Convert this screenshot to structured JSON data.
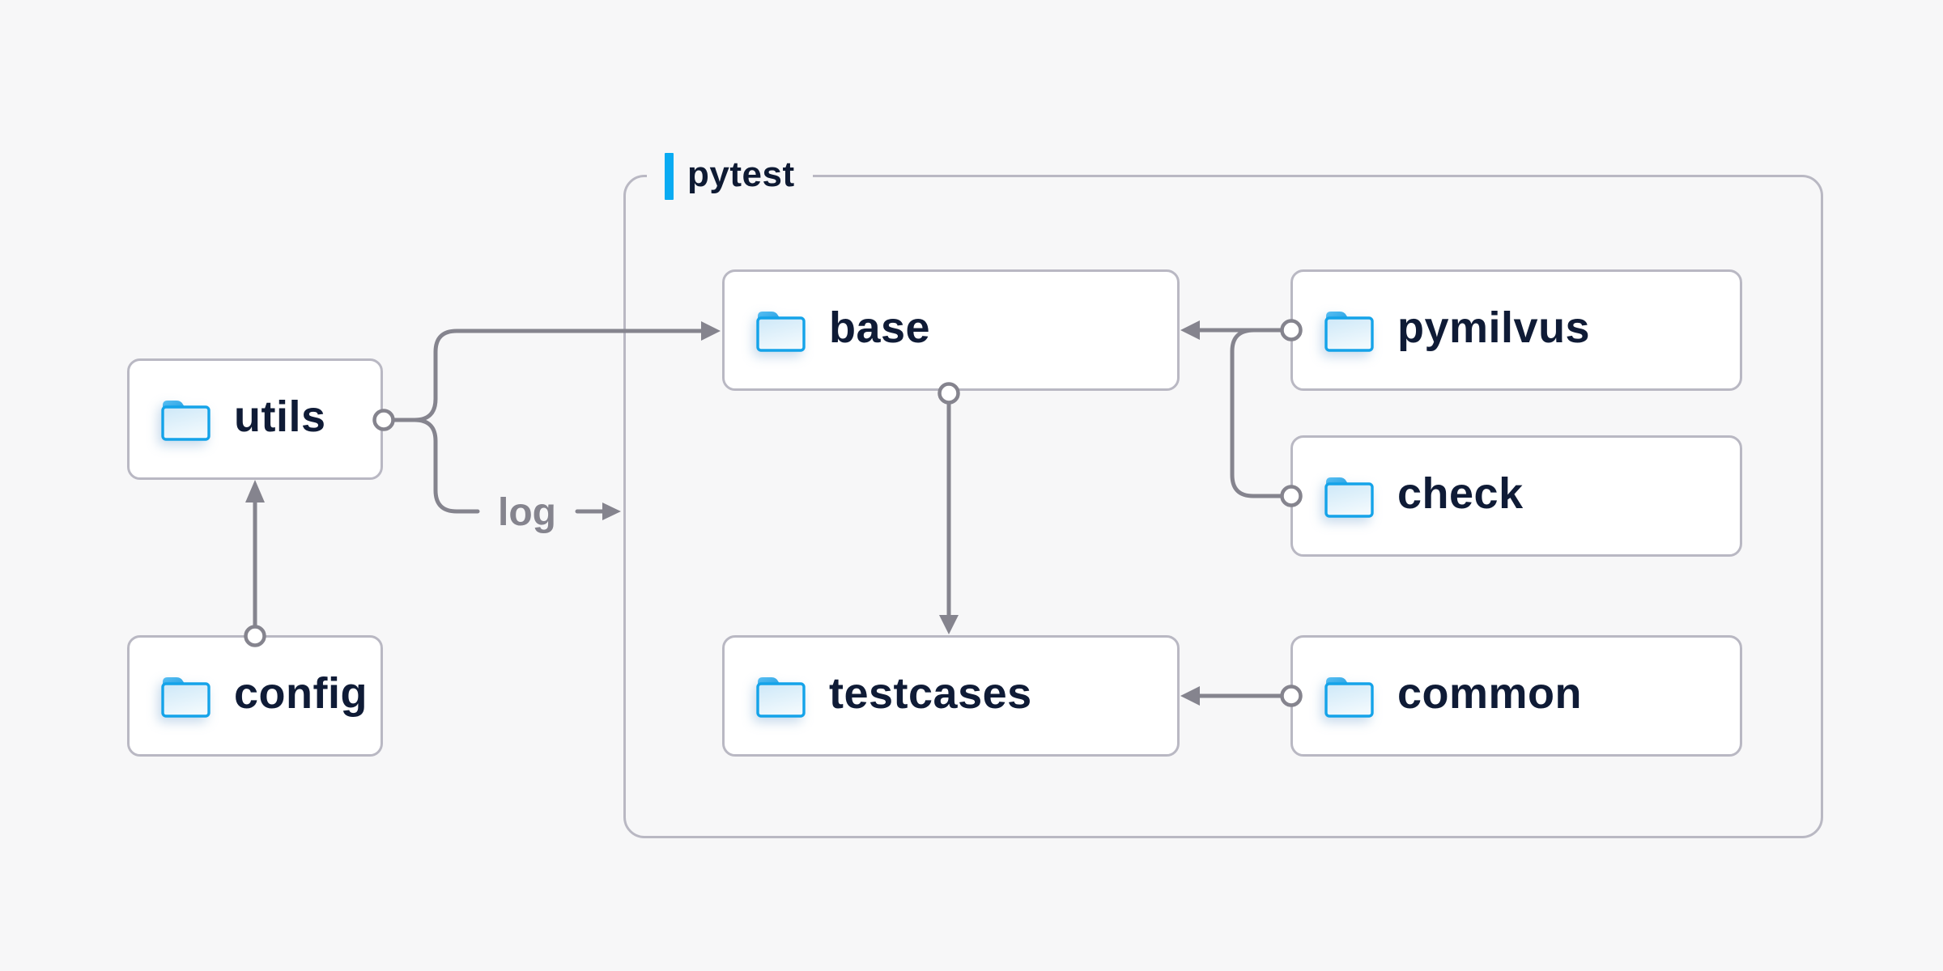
{
  "page": {
    "background": "#f7f7f8"
  },
  "group": {
    "label": "pytest"
  },
  "nodes": {
    "utils": {
      "label": "utils"
    },
    "config": {
      "label": "config"
    },
    "base": {
      "label": "base"
    },
    "testcases": {
      "label": "testcases"
    },
    "pymilvus": {
      "label": "pymilvus"
    },
    "check": {
      "label": "check"
    },
    "common": {
      "label": "common"
    }
  },
  "edges": {
    "log_label": "log",
    "connections": [
      {
        "from": "config",
        "to": "utils"
      },
      {
        "from": "utils",
        "to": "base"
      },
      {
        "from": "utils",
        "to": "log",
        "label": "log"
      },
      {
        "from": "pymilvus",
        "to": "base"
      },
      {
        "from": "check",
        "to": "base"
      },
      {
        "from": "base",
        "to": "testcases"
      },
      {
        "from": "common",
        "to": "testcases"
      }
    ]
  },
  "icons": {
    "node_icon": "folder-icon"
  },
  "colors": {
    "canvas_background": "#f7f7f8",
    "node_background": "#ffffff",
    "node_border": "#b9b8c3",
    "connector": "#85848e",
    "label_text": "#0f1b36",
    "muted_text": "#85848e",
    "accent_blue": "#0aabf2",
    "folder_blue": "#14a3e9"
  }
}
